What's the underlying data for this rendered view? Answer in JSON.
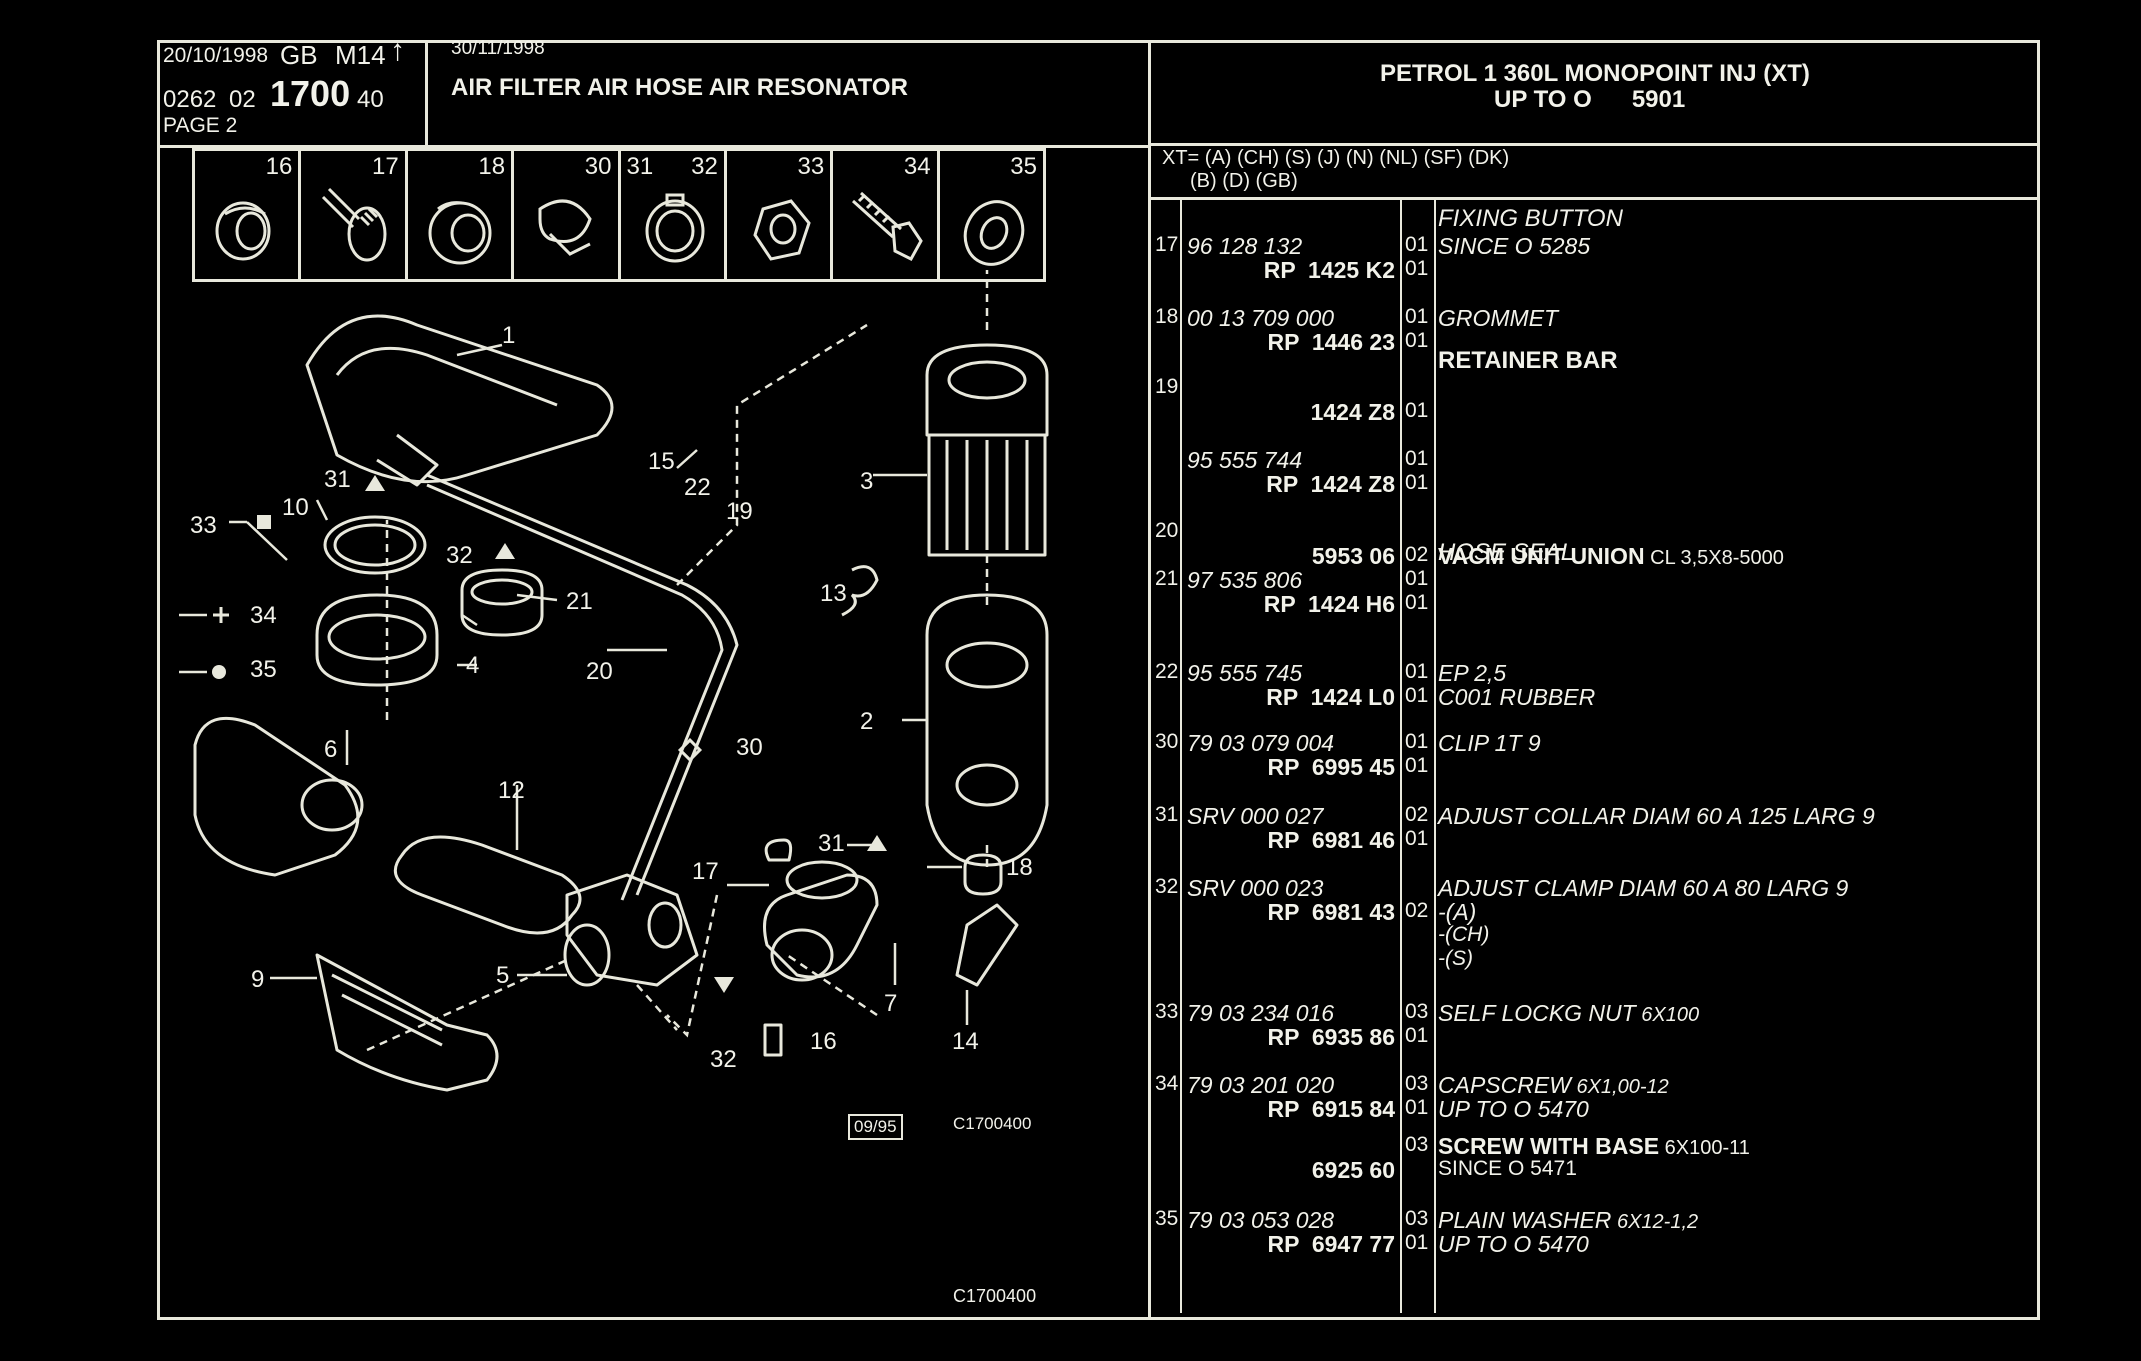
{
  "header": {
    "date1": "20/10/1998",
    "lang": "GB",
    "model": "M14",
    "code_prefix": "0262",
    "code_mid": "02",
    "code_big": "1700",
    "code_suffix": "40",
    "page": "PAGE 2",
    "date2": "30/11/1998",
    "title": "AIR FILTER AIR HOSE AIR RESONATOR",
    "engine_line1": "PETROL 1 360L MONOPOINT INJ (XT)",
    "engine_line2": "UP TO O      5901"
  },
  "xt_codes_line1": "XT= (A) (CH) (S) (J) (N) (NL) (SF) (DK)",
  "xt_codes_line2": "(B) (D) (GB)",
  "thumbnails": [
    "16",
    "17",
    "18",
    "30",
    "31",
    "32",
    "33",
    "34",
    "35"
  ],
  "diagram_labels": {
    "l1": "1",
    "l2": "2",
    "l3": "3",
    "l4": "4",
    "l5": "5",
    "l6": "6",
    "l7": "7",
    "l9": "9",
    "l10": "10",
    "l12": "12",
    "l13": "13",
    "l14": "14",
    "l15": "15",
    "l16": "16",
    "l17": "17",
    "l18": "18",
    "l19": "19",
    "l20": "20",
    "l21": "21",
    "l22": "22",
    "l30": "30",
    "l31a": "31",
    "l31b": "31",
    "l32a": "32",
    "l32b": "32",
    "l33": "33",
    "l34": "34",
    "l35": "35",
    "stamp": "09/95",
    "ref1": "C1700400",
    "ref2": "C1700400"
  },
  "parts": [
    {
      "item": "17",
      "pnum": "96 128 132",
      "rp": "RP  1425 K2",
      "qty1": "01",
      "qty2": "01",
      "desc_top": "FIXING BUTTON",
      "desc1": "SINCE  O  5285",
      "desc2": ""
    },
    {
      "item": "18",
      "pnum": "00 13 709 000",
      "rp": "RP  1446 23",
      "qty1": "01",
      "qty2": "01",
      "desc1": "GROMMET",
      "desc2": ""
    },
    {
      "item": "19",
      "pnum": "",
      "rp": "1424 Z8",
      "qty1": "",
      "qty2": "01",
      "desc_top": "RETAINER BAR",
      "desc1": "",
      "desc2": ""
    },
    {
      "item": "",
      "pnum": "95 555 744",
      "rp": "RP  1424 Z8",
      "qty1": "01",
      "qty2": "01",
      "desc1": "",
      "desc2": ""
    },
    {
      "item": "20",
      "pnum": "",
      "rp": "5953 06",
      "qty1": "",
      "qty2": "02",
      "desc1": "",
      "desc2": "VACM UNIT UNION",
      "desc2_small": "CL 3,5X8-5000"
    },
    {
      "item": "21",
      "pnum": "97 535 806",
      "rp": "RP  1424 H6",
      "qty1": "01",
      "qty2": "01",
      "desc_top": "HOSE SEAL",
      "desc1": "",
      "desc2": ""
    },
    {
      "item": "22",
      "pnum": "95 555 745",
      "rp": "RP  1424 L0",
      "qty1": "01",
      "qty2": "01",
      "desc1": "EP 2,5",
      "desc2": "C001 RUBBER"
    },
    {
      "item": "30",
      "pnum": "79 03 079 004",
      "rp": "RP  6995 45",
      "qty1": "01",
      "qty2": "01",
      "desc1": "CLIP 1T 9",
      "desc2": ""
    },
    {
      "item": "31",
      "pnum": "SRV 000 027",
      "rp": "RP  6981 46",
      "qty1": "02",
      "qty2": "01",
      "desc1": "ADJUST COLLAR DIAM 60 A 125 LARG 9",
      "desc2": ""
    },
    {
      "item": "32",
      "pnum": "SRV 000 023",
      "rp": "RP  6981 43",
      "qty1": "",
      "qty2": "02",
      "desc1": "ADJUST CLAMP DIAM 60 A 80 LARG 9",
      "desc2": "-(A)",
      "desc3": "-(CH)",
      "desc4": "-(S)"
    },
    {
      "item": "33",
      "pnum": "79 03 234 016",
      "rp": "RP  6935 86",
      "qty1": "03",
      "qty2": "01",
      "desc1": "SELF LOCKG NUT",
      "desc1_small": "6X100",
      "desc2": ""
    },
    {
      "item": "34",
      "pnum": "79 03 201 020",
      "rp": "RP  6915 84",
      "qty1": "03",
      "qty2": "01",
      "desc1": "CAPSCREW",
      "desc1_small": "6X1,00-12",
      "desc2": "UP  TO  O  5470"
    },
    {
      "item": "",
      "pnum": "",
      "rp": "6925 60",
      "qty1": "03",
      "qty2": "",
      "desc1": "SCREW WITH BASE",
      "desc1_small": "6X100-11",
      "desc2": "SINCE  O  5471"
    },
    {
      "item": "35",
      "pnum": "79 03 053 028",
      "rp": "RP  6947 77",
      "qty1": "03",
      "qty2": "01",
      "desc1": "PLAIN WASHER",
      "desc1_small": "6X12-1,2",
      "desc2": "UP  TO  O  5470"
    }
  ],
  "colors": {
    "background": "#000000",
    "line": "#e8e8dc",
    "text": "#f2f2ea"
  }
}
